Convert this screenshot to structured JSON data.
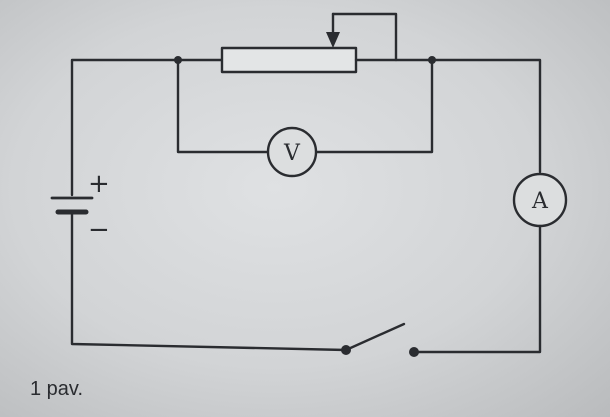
{
  "diagram": {
    "caption": "1 pav.",
    "voltmeter_label": "V",
    "ammeter_label": "A",
    "battery_plus": "+",
    "battery_minus": "−",
    "components": [
      "battery",
      "rheostat",
      "sliding-contact",
      "voltmeter",
      "ammeter",
      "switch"
    ],
    "colors": {
      "ink": "#2a2c30",
      "paper": "#d6d8da"
    }
  }
}
